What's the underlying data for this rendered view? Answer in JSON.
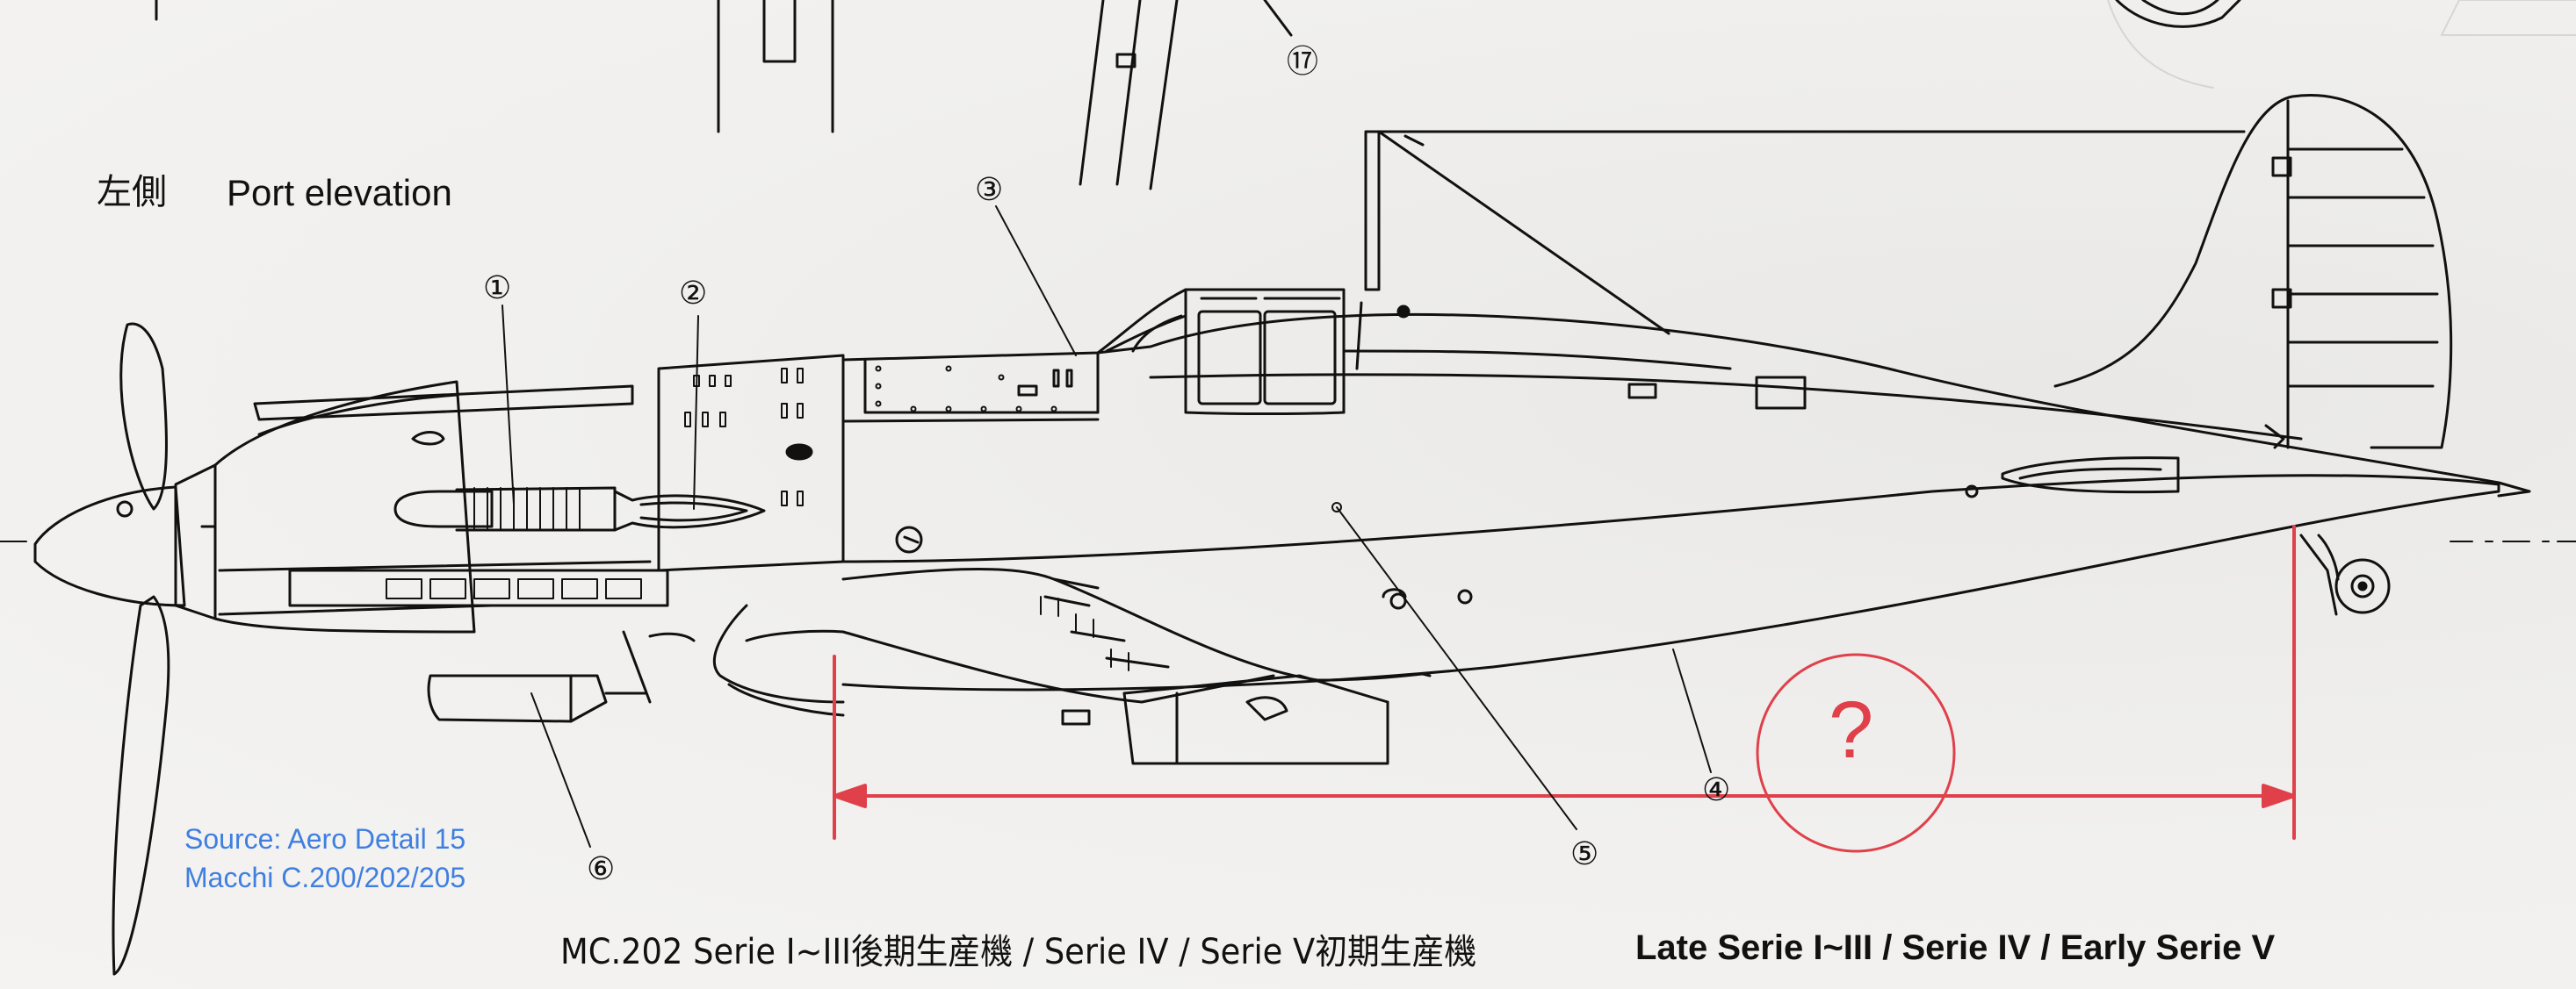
{
  "section_label_jp": "左側",
  "section_label_en": "Port elevation",
  "callouts": [
    "①",
    "②",
    "③",
    "④",
    "⑤",
    "⑥",
    "⑰"
  ],
  "source_line_1": "Source: Aero Detail 15",
  "source_line_2": "Macchi C.200/202/205",
  "caption_jp": "MC.202 Serie I~III後期生産機 / Serie IV / Serie V初期生産機",
  "caption_en": "Late Serie I~III / Serie IV / Early Serie V",
  "measurement_mark": "?",
  "colors": {
    "line": "#111111",
    "annotation": "#e0404a",
    "source": "#3f7fe0",
    "paper": "#f1f0ee"
  }
}
